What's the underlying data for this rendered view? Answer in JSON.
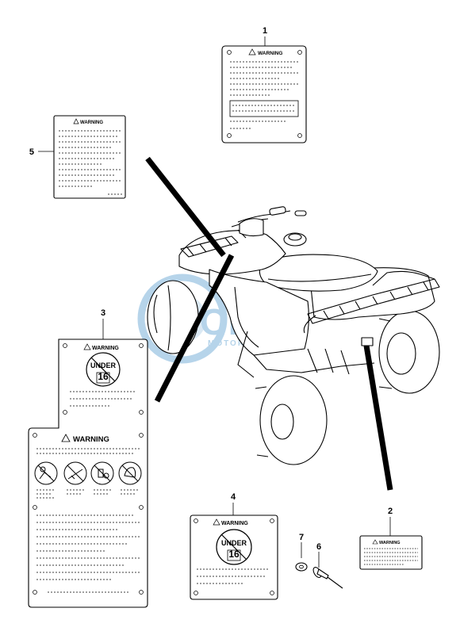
{
  "callouts": [
    "1",
    "2",
    "3",
    "4",
    "5",
    "6",
    "7"
  ],
  "labels": {
    "warning": "WARNING",
    "under": "UNDER",
    "age": "16"
  },
  "watermark": {
    "brand": "OEM",
    "subtitle": "MOTORPARTS"
  },
  "colors": {
    "line": "#000000",
    "watermark": "#9ec6e4"
  }
}
